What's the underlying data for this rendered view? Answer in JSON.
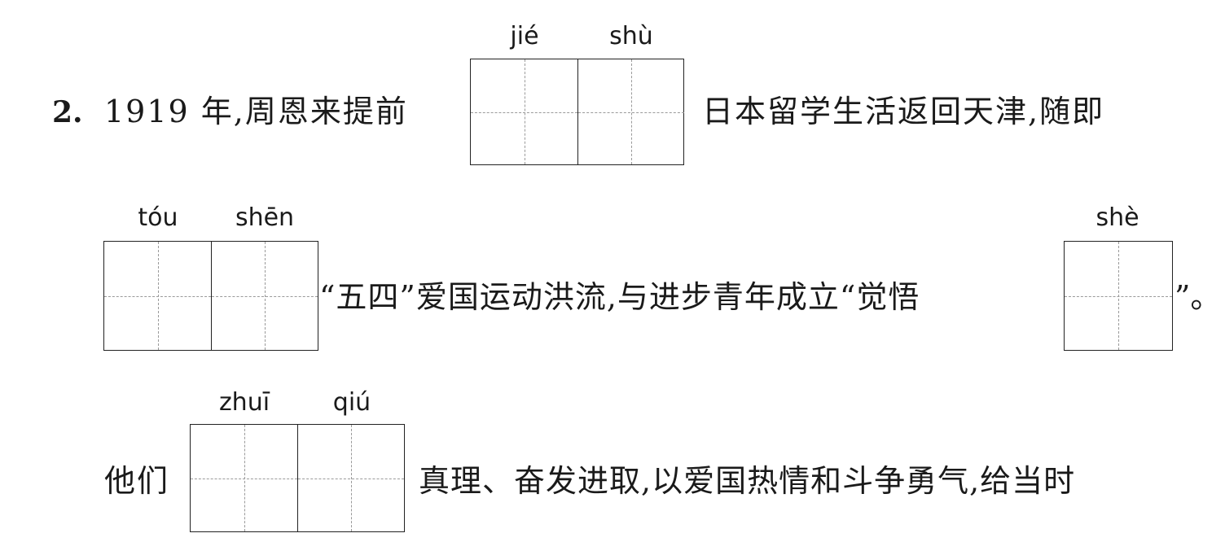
{
  "question": {
    "number": "2.",
    "line1": {
      "before": "1919 年,周恩来提前",
      "after": "日本留学生活返回天津,随即",
      "pinyin": [
        "jié",
        "shù"
      ]
    },
    "line2": {
      "middle": "“五四”爱国运动洪流,与进步青年成立“觉悟",
      "after": "”。",
      "pinyin_a": [
        "tóu",
        "shēn"
      ],
      "pinyin_b": [
        "shè"
      ]
    },
    "line3": {
      "before": "他们",
      "after": "真理、奋发进取,以爱国热情和斗争勇气,给当时",
      "pinyin": [
        "zhuī",
        "qiú"
      ]
    }
  }
}
